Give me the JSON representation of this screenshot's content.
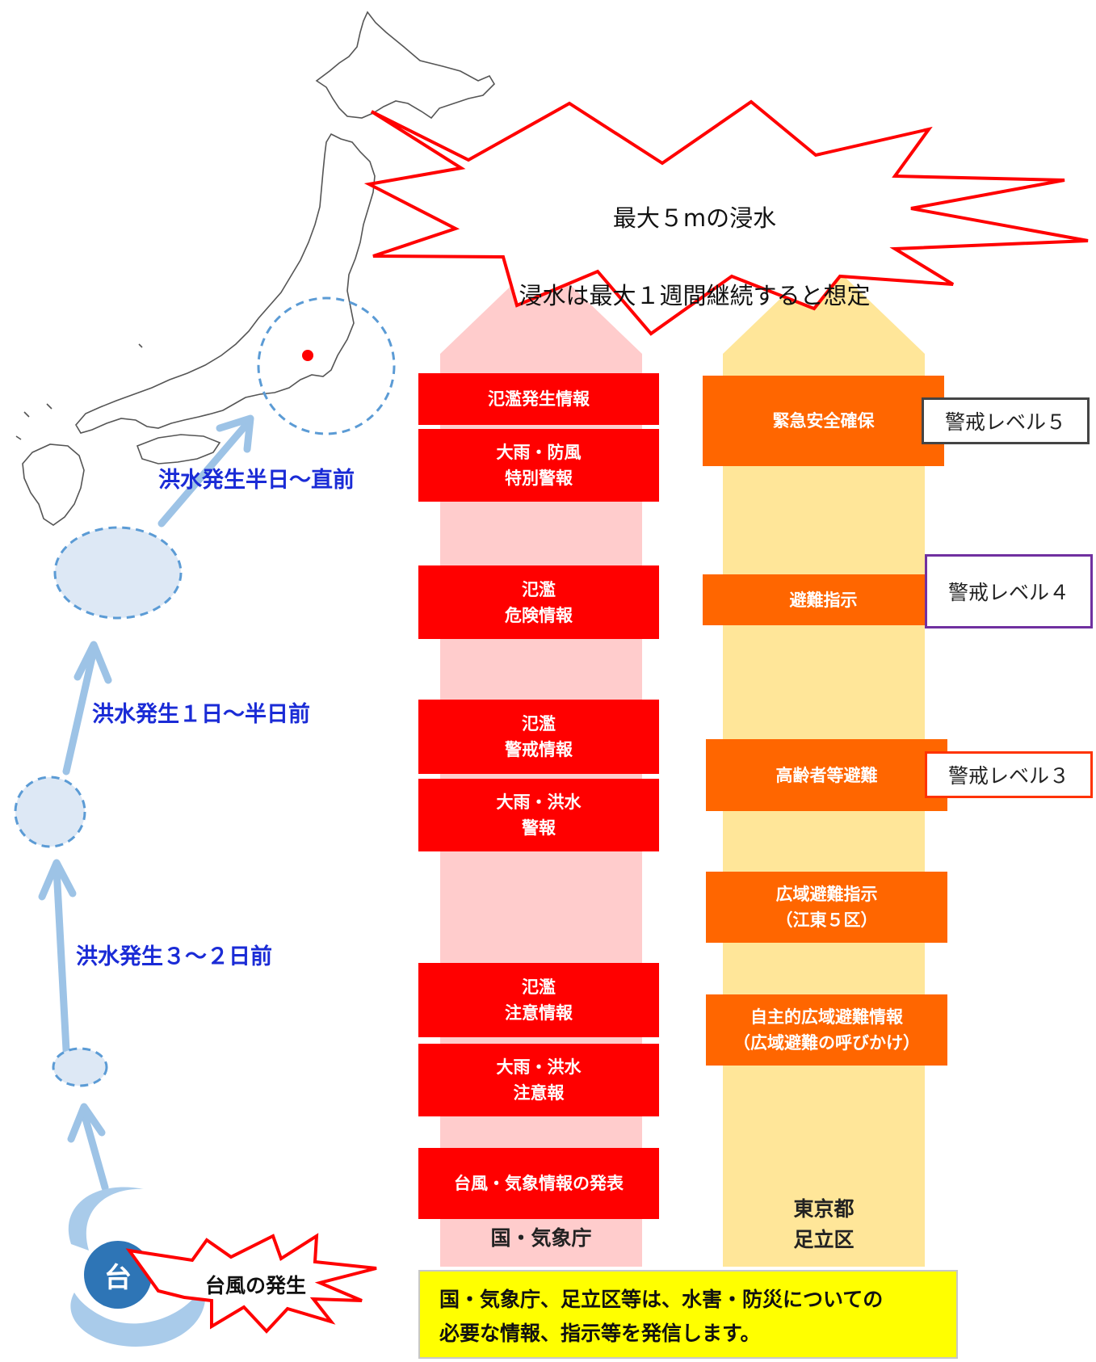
{
  "headline_burst": {
    "line1": "最大５mの浸水",
    "line2": "浸水は最大１週間継続すると想定"
  },
  "stages": [
    "洪水発生半日～直前",
    "洪水発生１日～半日前",
    "洪水発生３～２日前"
  ],
  "typhoon": {
    "icon_char": "台",
    "label": "台風の発生"
  },
  "national_column": {
    "label": "国・気象庁",
    "items": [
      "氾濫発生情報",
      "大雨・防風\n特別警報",
      "氾濫\n危険情報",
      "氾濫\n警戒情報",
      "大雨・洪水\n警報",
      "氾濫\n注意情報",
      "大雨・洪水\n注意報",
      "台風・気象情報の発表"
    ]
  },
  "local_column": {
    "label": "東京都\n足立区",
    "items": [
      "緊急安全確保",
      "避難指示",
      "高齢者等避難",
      "広域避難指示\n（江東５区）",
      "自主的広域避難情報\n（広域避難の呼びかけ）"
    ]
  },
  "alert_levels": [
    {
      "label": "警戒レベル５",
      "border_color": "#444444"
    },
    {
      "label": "警戒レベル４",
      "border_color": "#7030a0"
    },
    {
      "label": "警戒レベル３",
      "border_color": "#ff3300"
    }
  ],
  "note": "国・気象庁、足立区等は、水害・防災についての\n必要な情報、指示等を発信します。",
  "colors": {
    "red_box": "#ff0000",
    "orange_box": "#ff6600",
    "pink_column": "#ffcccc",
    "yellow_column": "#ffe699",
    "stage_text": "#1a2bd6",
    "track_arrow": "#9dc3e6",
    "typhoon_blue": "#2e75b6",
    "note_bg": "#ffff00"
  }
}
